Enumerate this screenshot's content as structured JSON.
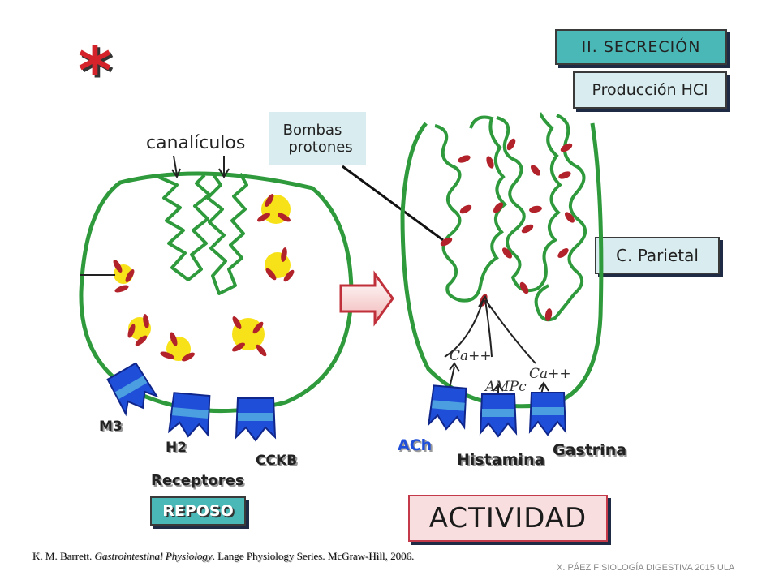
{
  "header": {
    "section_title": "II. SECRECIÓN",
    "subtitle": "Producción HCl",
    "star": "*"
  },
  "resting_cell": {
    "canaliculi_label": "canalículos",
    "pumps_label_line1": "Bombas",
    "pumps_label_line2": "protones",
    "receptors": [
      "M3",
      "H2",
      "CCKB"
    ],
    "receptors_caption": "Receptores",
    "state_label": "REPOSO"
  },
  "active_cell": {
    "cell_label": "C. Parietal",
    "messengers": [
      "Ca++",
      "AMPc",
      "Ca++"
    ],
    "agonists": [
      "ACh",
      "Histamina",
      "Gastrina"
    ],
    "state_label": "ACTIVIDAD"
  },
  "footer": {
    "citation_author": "K. M. Barrett. ",
    "citation_title": "Gastrointestinal Physiology",
    "citation_rest": ". Lange Physiology Series. McGraw-Hill, 2006.",
    "credit": "X. PÁEZ   FISIOLOGÍA DIGESTIVA 2015 ULA"
  },
  "colors": {
    "membrane": "#2e9a3c",
    "granule": "#f7e21a",
    "pump": "#b2222a",
    "receptor": "#1f4fd8",
    "receptor_band": "#4b9ee0",
    "teal_box": "#4bb8b8",
    "light_box": "#d9ecef",
    "star": "#d4232a"
  }
}
